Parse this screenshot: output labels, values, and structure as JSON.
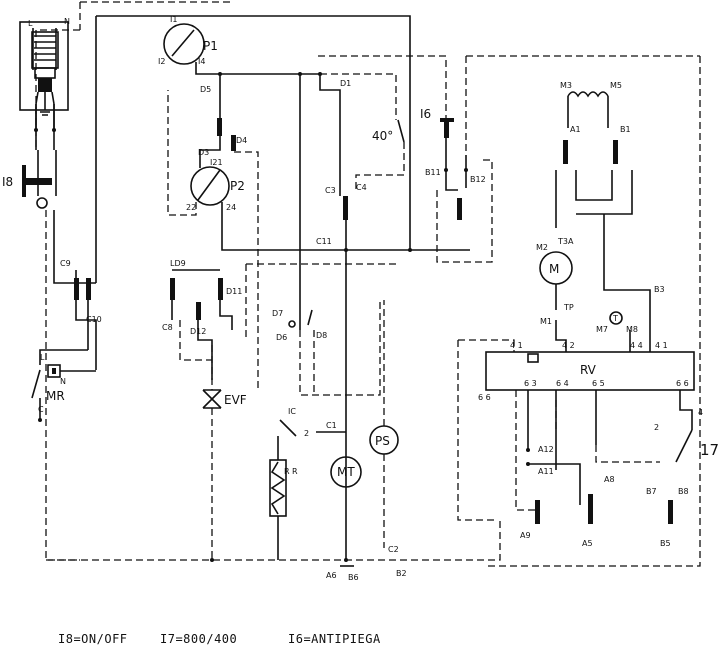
{
  "labels": {
    "l": "L",
    "n_top": "N",
    "i1": "I1",
    "i2": "I2",
    "i4": "I4",
    "p1": "P1",
    "d1": "D1",
    "d5": "D5",
    "d3": "D3",
    "d4": "D4",
    "i21": "I21",
    "p2": "P2",
    "i22": "22",
    "i24": "24",
    "deg40": "40°",
    "i6": "I6",
    "b11": "B11",
    "b12": "B12",
    "c3": "C3",
    "c4": "C4",
    "c11": "C11",
    "c9": "C9",
    "c10": "C10",
    "i8": "I8",
    "ld9": "LD9",
    "d11": "D11",
    "c8": "C8",
    "d12": "D12",
    "d7": "D7",
    "d6": "D6",
    "d8": "D8",
    "mr_l": "L",
    "mr_n": "N",
    "mr_c": "C",
    "mr": "MR",
    "evf": "EVF",
    "ic": "IC",
    "two": "2",
    "c1": "C1",
    "r1": "R",
    "r2": "R",
    "mt": "MT",
    "ps": "PS",
    "c2": "C2",
    "a6": "A6",
    "b6": "B6",
    "b2": "B2",
    "m3": "M3",
    "m5": "M5",
    "a1": "A1",
    "b1": "B1",
    "t3a": "T3A",
    "m2": "M2",
    "m": "M",
    "tp": "TP",
    "m1": "M1",
    "b3": "B3",
    "m7": "M7",
    "m8": "M8",
    "t": "T",
    "rv": "RV",
    "rv41": "4 1",
    "rv42": "4 2",
    "rv44": "4 4",
    "rv41b": "4 1",
    "rv63": "6 3",
    "rv64": "6 4",
    "rv65": "6 5",
    "rv66": "6 6",
    "rv66b": "6 6",
    "a12": "A12",
    "a11": "A11",
    "a9": "A9",
    "a5": "A5",
    "a8": "A8",
    "b7": "B7",
    "b8": "B8",
    "b5": "B5",
    "s17_2": "2",
    "s17_4": "4",
    "n17": "17"
  },
  "legend": {
    "on_off": "I8=ON/OFF",
    "speed": "I7=800/400",
    "antipiega": "I6=ANTIPIEGA"
  }
}
